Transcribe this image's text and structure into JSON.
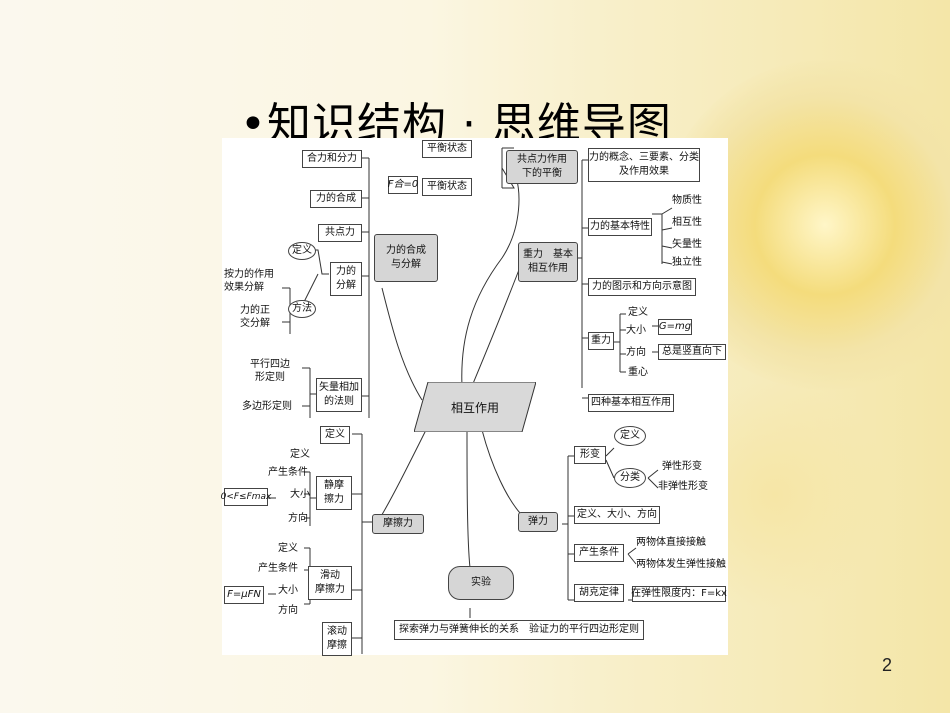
{
  "slide": {
    "title": "•知识结构 · 思维导图",
    "page_number": "2"
  },
  "center": "相互作用",
  "upper_left": {
    "hub": "力的合成\n与分解",
    "items": [
      "合力和分力",
      "力的合成",
      "共点力"
    ],
    "decomp": {
      "label": "力的\n分解",
      "definition": "定义",
      "method": "方法",
      "method_items": [
        "按力的作用\n效果分解",
        "力的正\n交分解"
      ]
    },
    "vector": {
      "label": "矢量相加\n的法则",
      "items": [
        "平行四边\n形定则",
        "多边形定则"
      ]
    }
  },
  "upper_right": {
    "hub_top": "共点力作用\n下的平衡",
    "balance": [
      "平衡状态",
      "平衡状态"
    ],
    "fnet": "F合=0",
    "hub": "重力　基本\n相互作用",
    "concept": "力的概念、三要素、分类\n及作用效果",
    "basic": {
      "label": "力的基本特性",
      "items": [
        "物质性",
        "相互性",
        "矢量性",
        "独立性"
      ]
    },
    "diagram": "力的图示和方向示意图",
    "gravity": {
      "label": "重力",
      "items": [
        "定义",
        "大小",
        "方向",
        "重心"
      ],
      "size": "G=mg",
      "dir": "总是竖直向下"
    },
    "four": "四种基本相互作用"
  },
  "lower_left": {
    "hub": "摩擦力",
    "definition": "定义",
    "static": {
      "label": "静摩\n擦力",
      "items": [
        "定义",
        "产生条件",
        "大小",
        "方向"
      ],
      "formula": "0<F≤Fmax"
    },
    "sliding": {
      "label": "滑动\n摩擦力",
      "items": [
        "定义",
        "产生条件",
        "大小",
        "方向"
      ],
      "formula": "F=μFN"
    },
    "rolling": "滚动\n摩擦"
  },
  "lower_right": {
    "hub": "弹力",
    "deform": {
      "label": "形变",
      "definition": "定义",
      "classify": "分类",
      "items": [
        "弹性形变",
        "非弹性形变"
      ]
    },
    "props": "定义、大小、方向",
    "cond": {
      "label": "产生条件",
      "items": [
        "两物体直接接触",
        "两物体发生弹性接触"
      ]
    },
    "hooke": {
      "label": "胡克定律",
      "detail": "在弹性限度内：F=kx"
    }
  },
  "experiment": {
    "hub": "实验",
    "detail": "探索弹力与弹簧伸长的关系　验证力的平行四边形定则"
  }
}
